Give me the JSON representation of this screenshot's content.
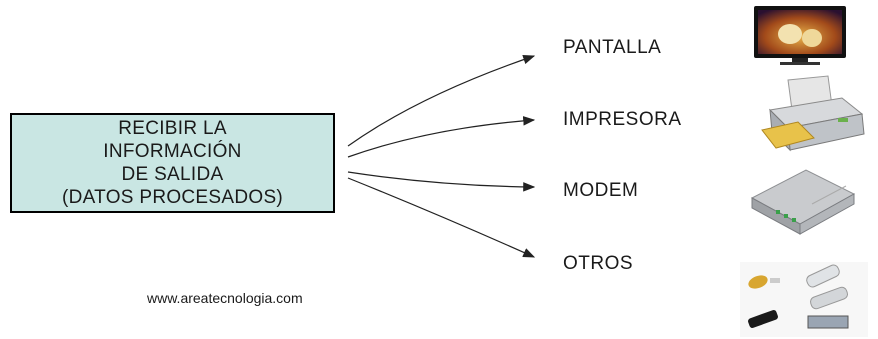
{
  "source": {
    "lines": [
      "RECIBIR LA",
      "INFORMACIÓN",
      "DE SALIDA",
      "(DATOS PROCESADOS)"
    ]
  },
  "targets": [
    {
      "label": "PANTALLA",
      "icon": "tv-screen-icon"
    },
    {
      "label": "IMPRESORA",
      "icon": "printer-icon"
    },
    {
      "label": "MODEM",
      "icon": "modem-icon"
    },
    {
      "label": "OTROS",
      "icon": "usb-devices-icon"
    }
  ],
  "footer": {
    "website": "www.areatecnologia.com"
  },
  "colors": {
    "box_fill": "#c9e6e3",
    "arrow": "#222222"
  }
}
